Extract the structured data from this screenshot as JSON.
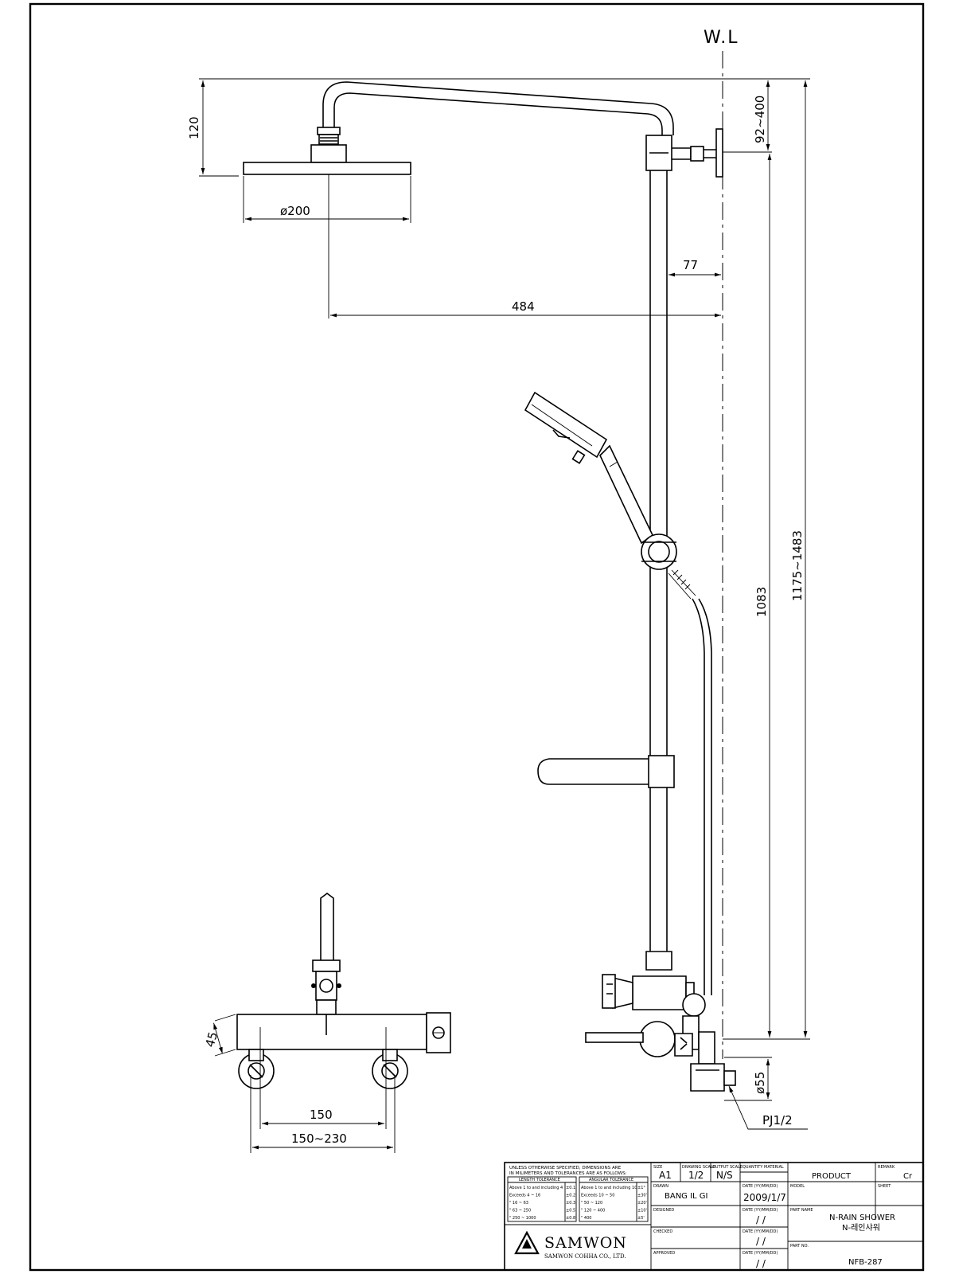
{
  "drawing": {
    "wall_line_label": "W.L",
    "dimensions": {
      "head_height": "120",
      "head_diameter": "ø200",
      "wall_bracket_range": "92~400",
      "bar_offset": "77",
      "arm_projection": "484",
      "bar_length": "1083",
      "overall_height": "1175~1483",
      "outlet_diameter": "ø55",
      "thread_callout": "PJ1/2",
      "faucet_height": "45",
      "inlet_center": "150",
      "inlet_range": "150~230"
    }
  },
  "title_block": {
    "tolerance_note_1": "UNLESS OTHERWISE SPECIFIED, DIMENSIONS ARE",
    "tolerance_note_2": "IN MILIMETERS AND TOLERANCES ARE AS FOLLOWS:",
    "length_tolerance_header": "LENGTH TOLERANCE",
    "angular_tolerance_header": "ANGULAR TOLERANCE",
    "length_rows": [
      [
        "Above 1 to and including 4",
        "±0.1"
      ],
      [
        "Exceeds 4  ~  16",
        "±0.2"
      ],
      [
        "\"  16  ~  63",
        "±0.3"
      ],
      [
        "\"  63  ~  250",
        "±0.5"
      ],
      [
        "\"  250  ~  1000",
        "±0.8"
      ]
    ],
    "angular_rows": [
      [
        "Above 1 to and including 10",
        "±1°"
      ],
      [
        "Exceeds 10  ~  50",
        "±30'"
      ],
      [
        "\"  50  ~  120",
        "±20'"
      ],
      [
        "\"  120  ~  400",
        "±10'"
      ],
      [
        "\"  400",
        "±5'"
      ]
    ],
    "size_label": "SIZE",
    "size_value": "A1",
    "drawing_scale_label": "DRAWING SCALE",
    "drawing_scale_value": "1/2",
    "output_scale_label": "OUTPUT SCALE",
    "output_scale_value": "N/S",
    "quantity_label": "QUANTITY",
    "material_label": "MATERIAL",
    "material_value": "PRODUCT",
    "remark_label": "REMARK",
    "remark_value": "Cr",
    "drawn_label": "DRAWN",
    "drawn_value": "BANG IL GI",
    "designed_label": "DESIGNED",
    "checked_label": "CHECKED",
    "approved_label": "APPROVED",
    "date_label": "DATE (YY/MM/DD)",
    "date_drawn": "2009/1/7",
    "date_blank": "/ /",
    "model_label": "MODEL",
    "sheet_label": "SHEET",
    "part_name_label": "PART NAME",
    "part_name_en": "N-RAIN SHOWER",
    "part_name_ko": "N-레인샤워",
    "part_no_label": "PART NO.",
    "part_no_value": "NFB-287",
    "company_name": "SAMWON",
    "company_full": "SAMWON COHHA CO., LTD."
  }
}
